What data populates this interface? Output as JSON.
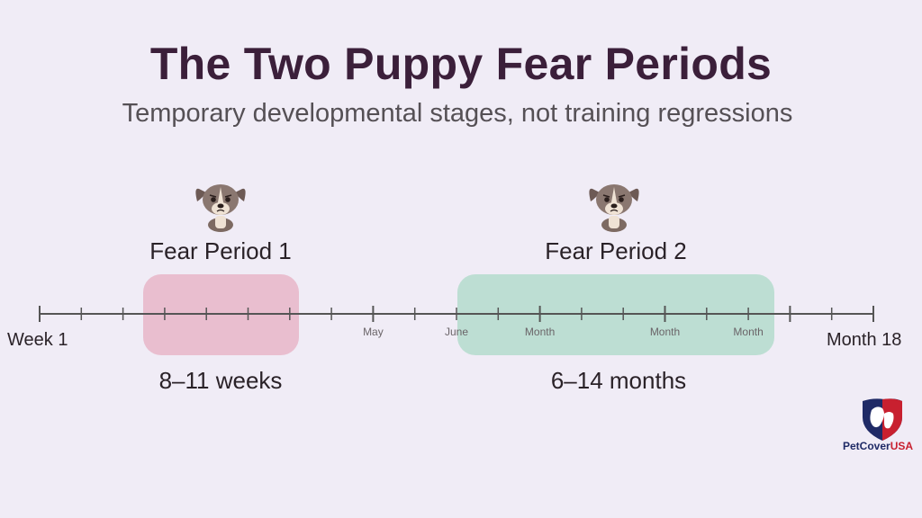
{
  "header": {
    "title": "The Two Puppy Fear Periods",
    "subtitle": "Temporary developmental stages, not training regressions"
  },
  "periods": [
    {
      "label": "Fear Period 1",
      "range": "8–11 weeks",
      "color": "#e8b6c8",
      "icon": "sad-puppy-icon"
    },
    {
      "label": "Fear Period 2",
      "range": "6–14 months",
      "color": "#b4dccc",
      "icon": "sad-puppy-icon"
    }
  ],
  "timeline": {
    "start_label": "Week 1",
    "end_label": "Month 18",
    "tick_labels": [
      "May",
      "June",
      "Month",
      "Month",
      "Month"
    ]
  },
  "brand": {
    "name_primary": "PetCover",
    "name_accent": "USA",
    "icon": "shield-logo-icon",
    "colors": {
      "navy": "#1f2a66",
      "red": "#c8202f"
    }
  }
}
